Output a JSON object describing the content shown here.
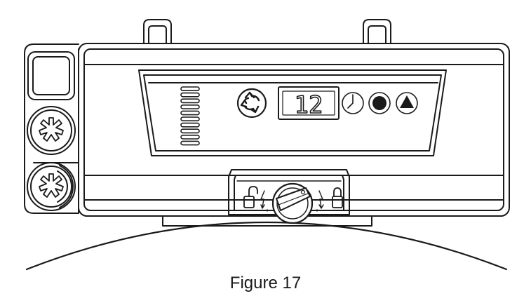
{
  "figure": {
    "caption": "Figure 17"
  },
  "display": {
    "readout": "12",
    "level_bars": 10,
    "icons": [
      "recycle-icon",
      "clock-icon",
      "filled-circle-icon",
      "triangle-up-icon"
    ]
  },
  "dial": {
    "left_icon": "unlock-icon",
    "right_icon": "lock-icon"
  },
  "side_buttons": [
    "blank-button",
    "asterisk-knob-icon",
    "asterisk-knob-icon"
  ]
}
